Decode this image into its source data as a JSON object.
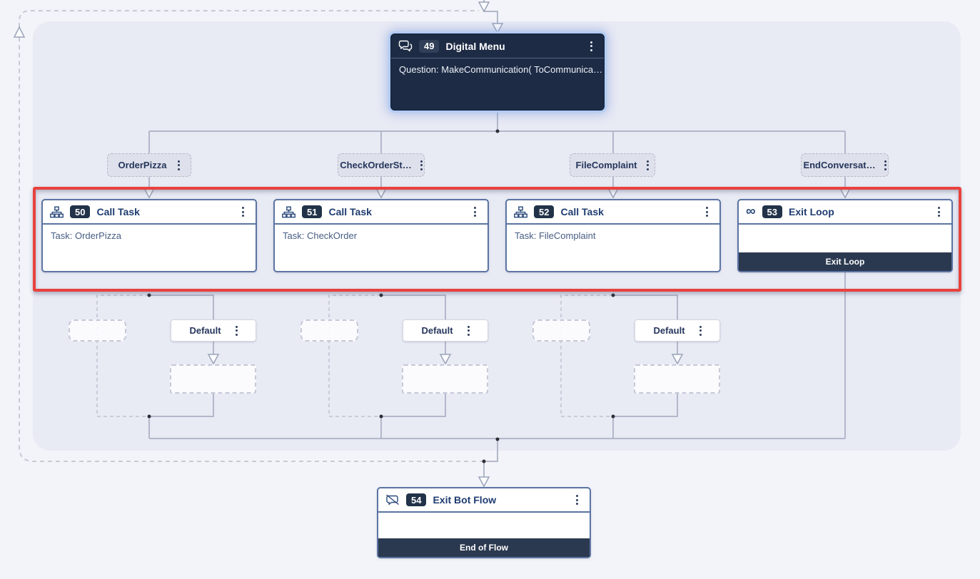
{
  "flow": {
    "nodes": {
      "digital_menu": {
        "id": "49",
        "title": "Digital Menu",
        "body": "Question: MakeCommunication( ToCommunica…"
      },
      "call_task_order_pizza": {
        "id": "50",
        "title": "Call Task",
        "body": "Task: OrderPizza"
      },
      "call_task_check_order": {
        "id": "51",
        "title": "Call Task",
        "body": "Task: CheckOrder"
      },
      "call_task_file_complaint": {
        "id": "52",
        "title": "Call Task",
        "body": "Task: FileComplaint"
      },
      "exit_loop": {
        "id": "53",
        "title": "Exit Loop",
        "footer": "Exit Loop"
      },
      "exit_bot_flow": {
        "id": "54",
        "title": "Exit Bot Flow",
        "footer": "End of Flow"
      }
    },
    "menu_branches": [
      "OrderPizza",
      "CheckOrderSt…",
      "FileComplaint",
      "EndConversat…"
    ],
    "default_branches": [
      "Default",
      "Default",
      "Default"
    ],
    "icons": {
      "digital_menu": "chat-bubbles-icon",
      "call_task": "sitemap-icon",
      "exit_loop": "infinity-icon",
      "exit_bot_flow": "comment-slash-icon",
      "node_menu": "kebab-menu-icon"
    },
    "colors": {
      "selection_ring": "#b3cdf4",
      "dark_node_bg": "#1d2b45",
      "node_border": "#5b74a3",
      "node_title_text": "#1f3c70",
      "node_body_text": "#475d82",
      "footer_bar_bg": "#2b3950",
      "badge_bg": "#223349",
      "highlight_red": "#e8423d",
      "canvas_bg": "#f3f4f9",
      "loop_panel_bg": "#e8eaf4"
    }
  }
}
